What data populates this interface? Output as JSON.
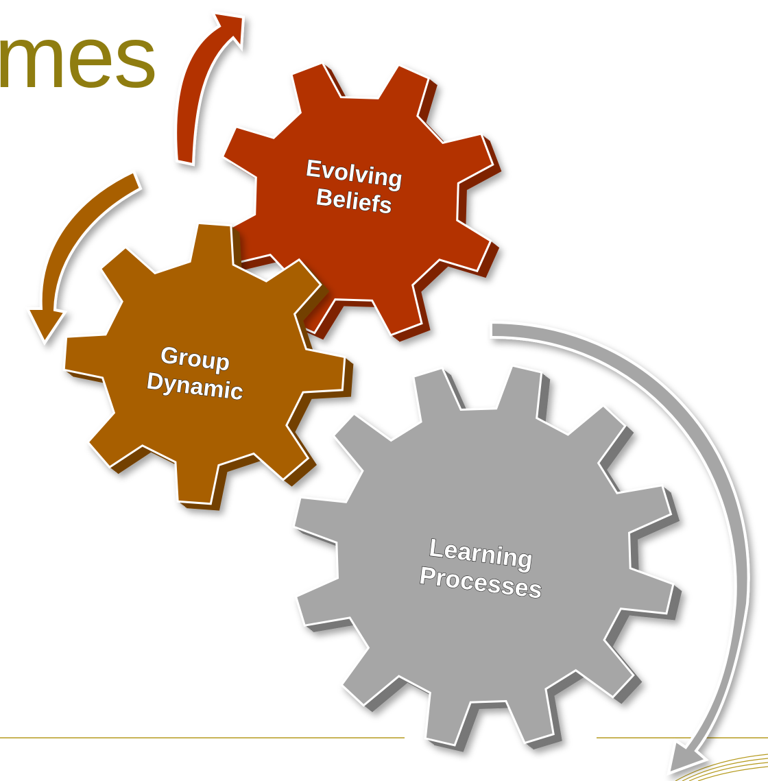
{
  "slide": {
    "title_fragment": "mes",
    "title_color": "#8f7d10",
    "rule_color": "#b59a1e"
  },
  "gears": [
    {
      "id": "evolving-beliefs",
      "lines": [
        "Evolving",
        "Beliefs"
      ],
      "color": "#b33300",
      "shade": "#7e2400",
      "icon": "gear-icon"
    },
    {
      "id": "group-dynamic",
      "lines": [
        "Group",
        "Dynamic"
      ],
      "color": "#a85e00",
      "shade": "#734000",
      "icon": "gear-icon"
    },
    {
      "id": "learning-processes",
      "lines": [
        "Learning",
        "Processes"
      ],
      "color": "#a6a6a6",
      "shade": "#777777",
      "icon": "gear-icon"
    }
  ],
  "arrows": [
    {
      "id": "arrow-red",
      "color": "#b33300",
      "icon": "curved-arrow-icon"
    },
    {
      "id": "arrow-orange",
      "color": "#a85e00",
      "icon": "curved-arrow-icon"
    },
    {
      "id": "arrow-gray",
      "color": "#a6a6a6",
      "icon": "curved-arrow-icon"
    }
  ]
}
